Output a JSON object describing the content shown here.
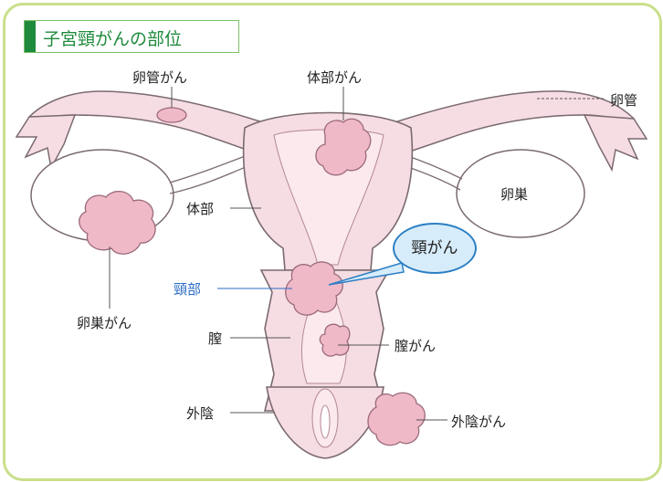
{
  "title": "子宮頸がんの部位",
  "labels": {
    "oviduct_cancer": "卵管がん",
    "body_cancer": "体部がん",
    "oviduct": "卵管",
    "ovary": "卵巣",
    "body": "体部",
    "cervix": "頸部",
    "ovarian_cancer": "卵巣がん",
    "vagina": "膣",
    "vaginal_cancer": "膣がん",
    "vulva": "外陰",
    "vulvar_cancer": "外陰がん"
  },
  "callout": "頸がん",
  "colors": {
    "frame": "#c9df8a",
    "title_green": "#1e8a3c",
    "organ_fill": "#f6dde3",
    "organ_stroke": "#7a6a70",
    "tumor_fill": "#f0b9c8",
    "callout_fill": "#d7ecfa",
    "callout_stroke": "#2b7fc4",
    "cervix_label": "#2b6cc4"
  }
}
